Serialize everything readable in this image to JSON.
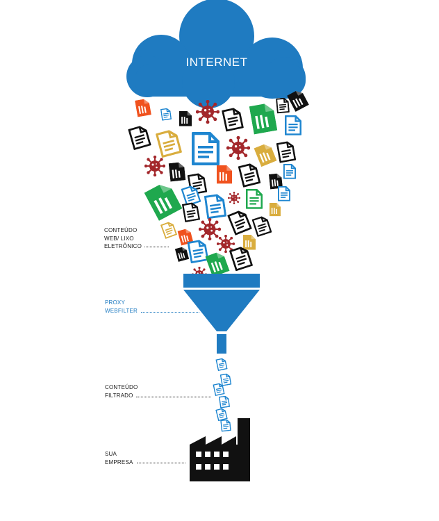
{
  "title": "INTERNET",
  "labels": {
    "web_content": [
      "CONTEÚDO",
      "WEB/ LIXO",
      "ELETRÔNICO"
    ],
    "proxy": [
      "PROXY",
      "WEBFILTER"
    ],
    "filtered": [
      "CONTEÚDO",
      "FILTRADO"
    ],
    "company": [
      "SUA",
      "EMPRESA"
    ]
  },
  "colors": {
    "cloud": "#1f7bc1",
    "funnel": "#1f7bc1",
    "doc_blue": "#1f86d0",
    "doc_green": "#1fa84e",
    "doc_orange": "#f0521e",
    "doc_yellow": "#d9ad3e",
    "doc_black": "#111111",
    "virus": "#a3272b",
    "factory": "#111111",
    "label_blue": "#1f7bc1"
  },
  "icons": [
    "cloud-icon",
    "document-icon",
    "virus-icon",
    "funnel-icon",
    "factory-icon"
  ]
}
